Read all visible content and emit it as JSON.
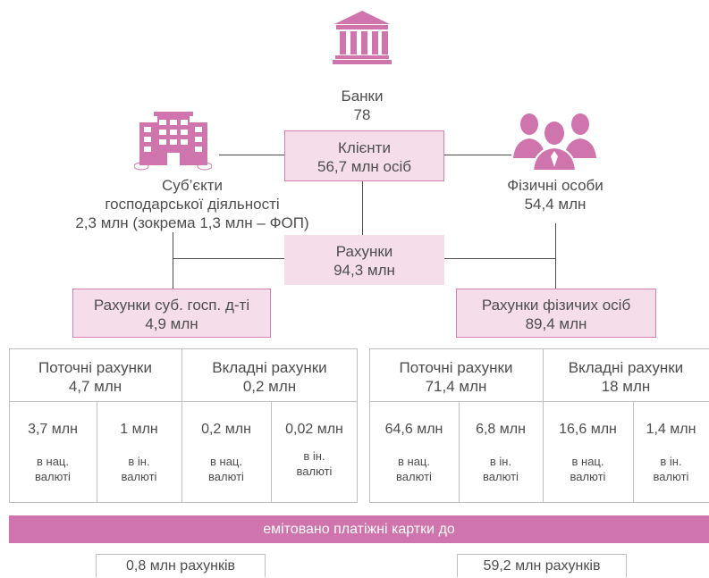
{
  "colors": {
    "accent": "#cf74ac",
    "light": "#f5dde9",
    "text": "#4d4d4d"
  },
  "icons": {
    "bank": "bank-building-icon",
    "business": "office-building-icon",
    "people": "people-group-icon"
  },
  "banks": {
    "label": "Банки",
    "value": "78"
  },
  "clients": {
    "label": "Клієнти",
    "value": "56,7 млн осіб"
  },
  "entities": {
    "line1": "Суб’єкти",
    "line2": "господарської діяльності",
    "line3": "2,3 млн (зокрема 1,3 млн – ФОП)"
  },
  "individuals": {
    "label": "Фізичні особи",
    "value": "54,4 млн"
  },
  "accounts": {
    "label": "Рахунки",
    "value": "94,3 млн"
  },
  "business_accounts": {
    "label": "Рахунки суб. госп. д-ті",
    "value": "4,9 млн"
  },
  "personal_accounts": {
    "label": "Рахунки фізичих осіб",
    "value": "89,4 млн"
  },
  "left_table": {
    "current": {
      "label": "Поточні рахунки",
      "value": "4,7 млн"
    },
    "deposit": {
      "label": "Вкладні рахунки",
      "value": "0,2 млн"
    },
    "cells": [
      {
        "value": "3,7 млн",
        "line1": "в нац.",
        "line2": "валюті"
      },
      {
        "value": "1 млн",
        "line1": "в ін.",
        "line2": "валюті"
      },
      {
        "value": "0,2 млн",
        "line1": "в нац.",
        "line2": "валюті"
      },
      {
        "value": "0,02 млн",
        "line1": "в ін.",
        "line2": "валюті"
      }
    ]
  },
  "right_table": {
    "current": {
      "label": "Поточні рахунки",
      "value": "71,4 млн"
    },
    "deposit": {
      "label": "Вкладні рахунки",
      "value": "18 млн"
    },
    "cells": [
      {
        "value": "64,6 млн",
        "line1": "в нац.",
        "line2": "валюті"
      },
      {
        "value": "6,8 млн",
        "line1": "в ін.",
        "line2": "валюті"
      },
      {
        "value": "16,6 млн",
        "line1": "в нац.",
        "line2": "валюті"
      },
      {
        "value": "1,4 млн",
        "line1": "в ін.",
        "line2": "валюті"
      }
    ]
  },
  "cards_band": "емітовано платіжні картки до",
  "cards_left": "0,8 млн рахунків",
  "cards_right": "59,2 млн рахунків"
}
